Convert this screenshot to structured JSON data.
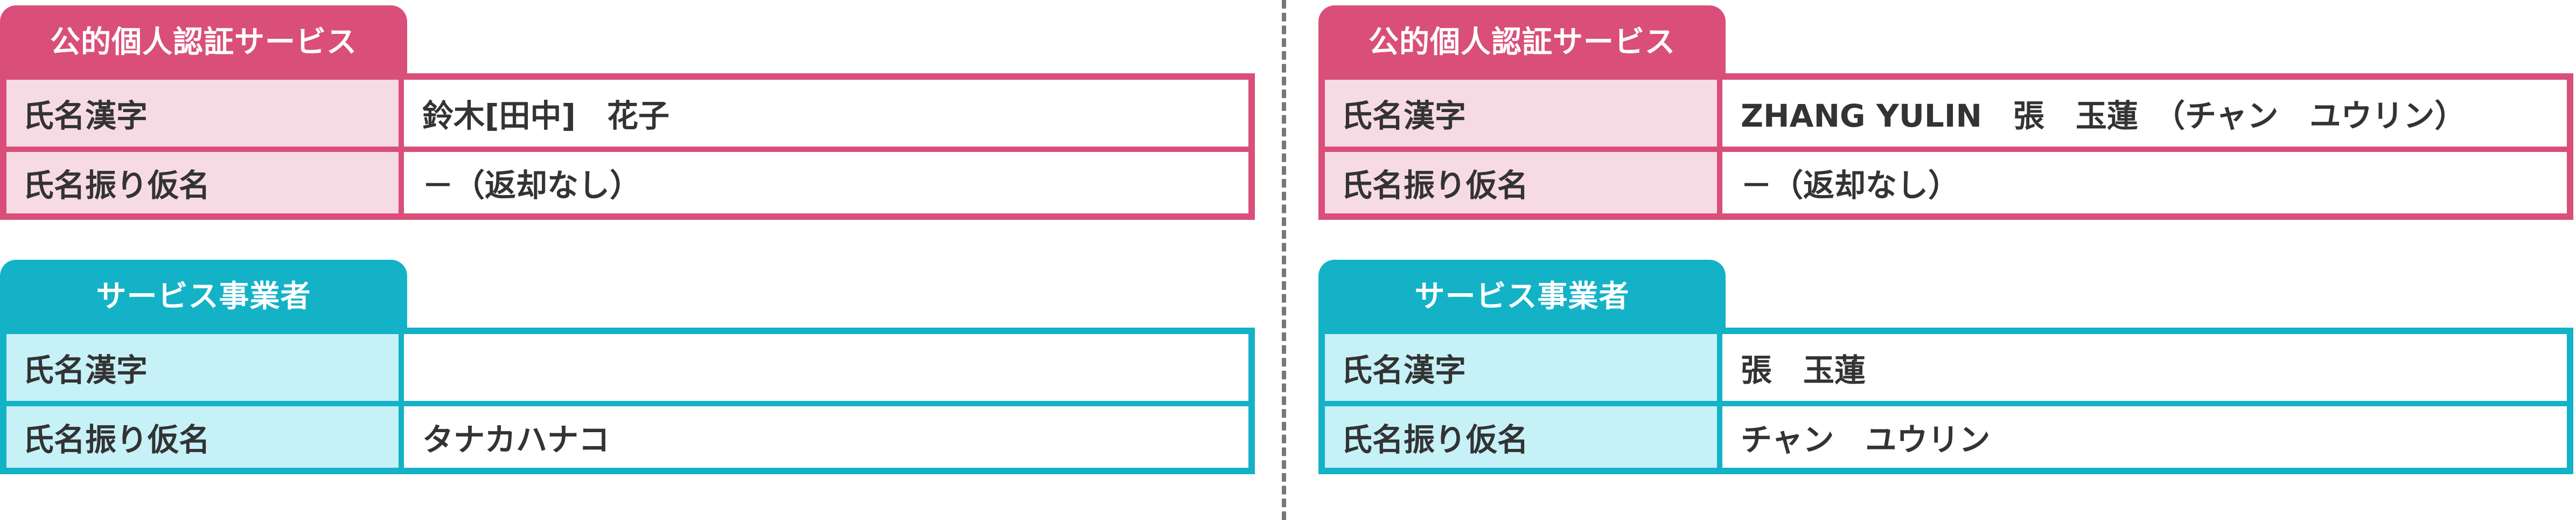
{
  "left": {
    "jpki": {
      "title": "公的個人認証サービス",
      "rows": [
        {
          "label": "氏名漢字",
          "value": "鈴木[田中]　花子"
        },
        {
          "label": "氏名振り仮名",
          "value": "－（返却なし）"
        }
      ]
    },
    "provider": {
      "title": "サービス事業者",
      "rows": [
        {
          "label": "氏名漢字",
          "value": ""
        },
        {
          "label": "氏名振り仮名",
          "value": "タナカハナコ"
        }
      ]
    }
  },
  "right": {
    "jpki": {
      "title": "公的個人認証サービス",
      "rows": [
        {
          "label": "氏名漢字",
          "value": "ZHANG YULIN　張　玉蓮　（チャン　ユウリン）"
        },
        {
          "label": "氏名振り仮名",
          "value": "－（返却なし）"
        }
      ]
    },
    "provider": {
      "title": "サービス事業者",
      "rows": [
        {
          "label": "氏名漢字",
          "value": "張　玉蓮"
        },
        {
          "label": "氏名振り仮名",
          "value": "チャン　ユウリン"
        }
      ]
    }
  },
  "colors": {
    "jpki_accent": "#d94f7a",
    "jpki_label_bg": "#f7dbe4",
    "provider_accent": "#14b2c7",
    "provider_label_bg": "#c6f1f7",
    "divider": "#777777"
  }
}
